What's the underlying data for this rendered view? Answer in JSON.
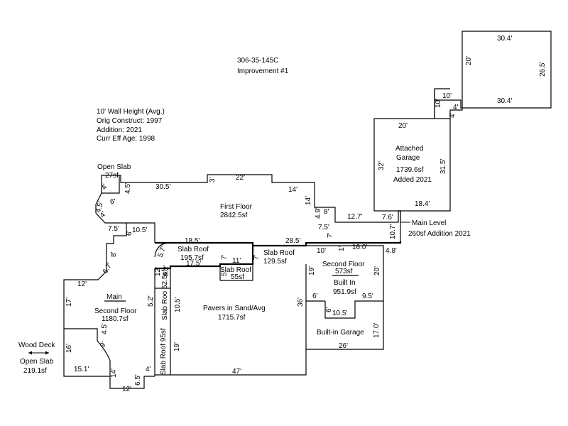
{
  "header": {
    "parcel_id": "306-35-145C",
    "improvement": "Improvement #1"
  },
  "info": {
    "wall_height": "10' Wall Height (Avg.)",
    "orig_construct": "Orig Construct: 1997",
    "addition": "Addition: 2021",
    "curr_eff_age": "Curr Eff Age: 1998"
  },
  "areas": {
    "open_slab_27": [
      "Open Slab",
      "27sf"
    ],
    "first_floor": [
      "First Floor",
      "2842.5sf"
    ],
    "attached_garage": [
      "Attached",
      "Garage",
      "1739.6sf",
      "Added 2021"
    ],
    "main_level": [
      "Main Level",
      "260sf Addition 2021"
    ],
    "slab_roof_195": [
      "Slab Roof",
      "195.7sf"
    ],
    "slab_roof_129": [
      "Slab Roof",
      "129.5sf"
    ],
    "slab_roof_55": [
      "Slab Roof",
      "55sf"
    ],
    "second_floor_573": [
      "Second Floor",
      "573sf"
    ],
    "built_in": [
      "Built In",
      "951.9sf"
    ],
    "main_second_floor": [
      "Main",
      "Second Floor",
      "1180.7sf"
    ],
    "pavers": [
      "Pavers in Sand/Avg",
      "1715.7sf"
    ],
    "slab_roof_52": "Slab Roo 52.5sf",
    "slab_roof_95": "Slab Roof 95sf",
    "built_in_garage": "Built-in Garage",
    "wood_deck": [
      "Wood Deck",
      "Open Slab",
      "219.1sf"
    ]
  },
  "dims": {
    "d30_4_top": "30.4'",
    "d26_5": "26.5'",
    "d20_right": "20'",
    "d30_4_mid": "30.4'",
    "d10_step": "10'",
    "d10_vert": "10'",
    "d4_step": "4'",
    "d20_garage_top": "20'",
    "d32": "32'",
    "d31_5": "31.5'",
    "d18_4": "18.4'",
    "d22": "22'",
    "d3": "3'",
    "d30_5": "30.5'",
    "d4_5_slab": "4.5'",
    "d4_slab": "4'",
    "d6_slab": "6'",
    "d14_top": "14'",
    "d14_vert": "14'",
    "d8_top": "8'",
    "d4_9": "4.9'",
    "d12_7": "12.7'",
    "d7_6": "7.6'",
    "d4_5_diag": "4.5'",
    "d4_diag": "4'",
    "d7_5_left": "7.5'",
    "d10_5_top": "10.5'",
    "d6_vert": "6'",
    "d7_5_right": "7.5'",
    "d7_right": "7'",
    "d10_7": "10.7'",
    "d4_8": "4.8'",
    "d18_5": "18.5'",
    "d28_5": "28.5'",
    "d10_sf": "10'",
    "d1": "1'",
    "d16": "16.0'",
    "d8_left": "8'",
    "d5_7": "5.7'",
    "d7_left_slab": "7'",
    "d7_mid": "7'",
    "d11": "11'",
    "d17_5": "17.5'",
    "d12_vert": "12'",
    "d8_2": "8.2'",
    "d5": "5'",
    "d19_top": "19'",
    "d20_sf": "20'",
    "d6_7": "6.7'",
    "d12_main": "12'",
    "d17": "17'",
    "d5_2": "5.2'",
    "d10_5_vert": "10.5'",
    "d36": "36'",
    "d6_notch": "6'",
    "d9_5": "9.5'",
    "d6_notch_vert": "6'",
    "d10_5_notch": "10.5'",
    "d4_5_curve": "4.5'",
    "d16_left": "16'",
    "d9_curve": "9'",
    "d19_vert": "19'",
    "d17_0": "17.0'",
    "d26": "26'",
    "d15_1": "15.1'",
    "d14_bottom": "14'",
    "d4_bottom": "4'",
    "d47": "47'",
    "d12_bottom": "12'",
    "d6_5": "6.5'"
  }
}
